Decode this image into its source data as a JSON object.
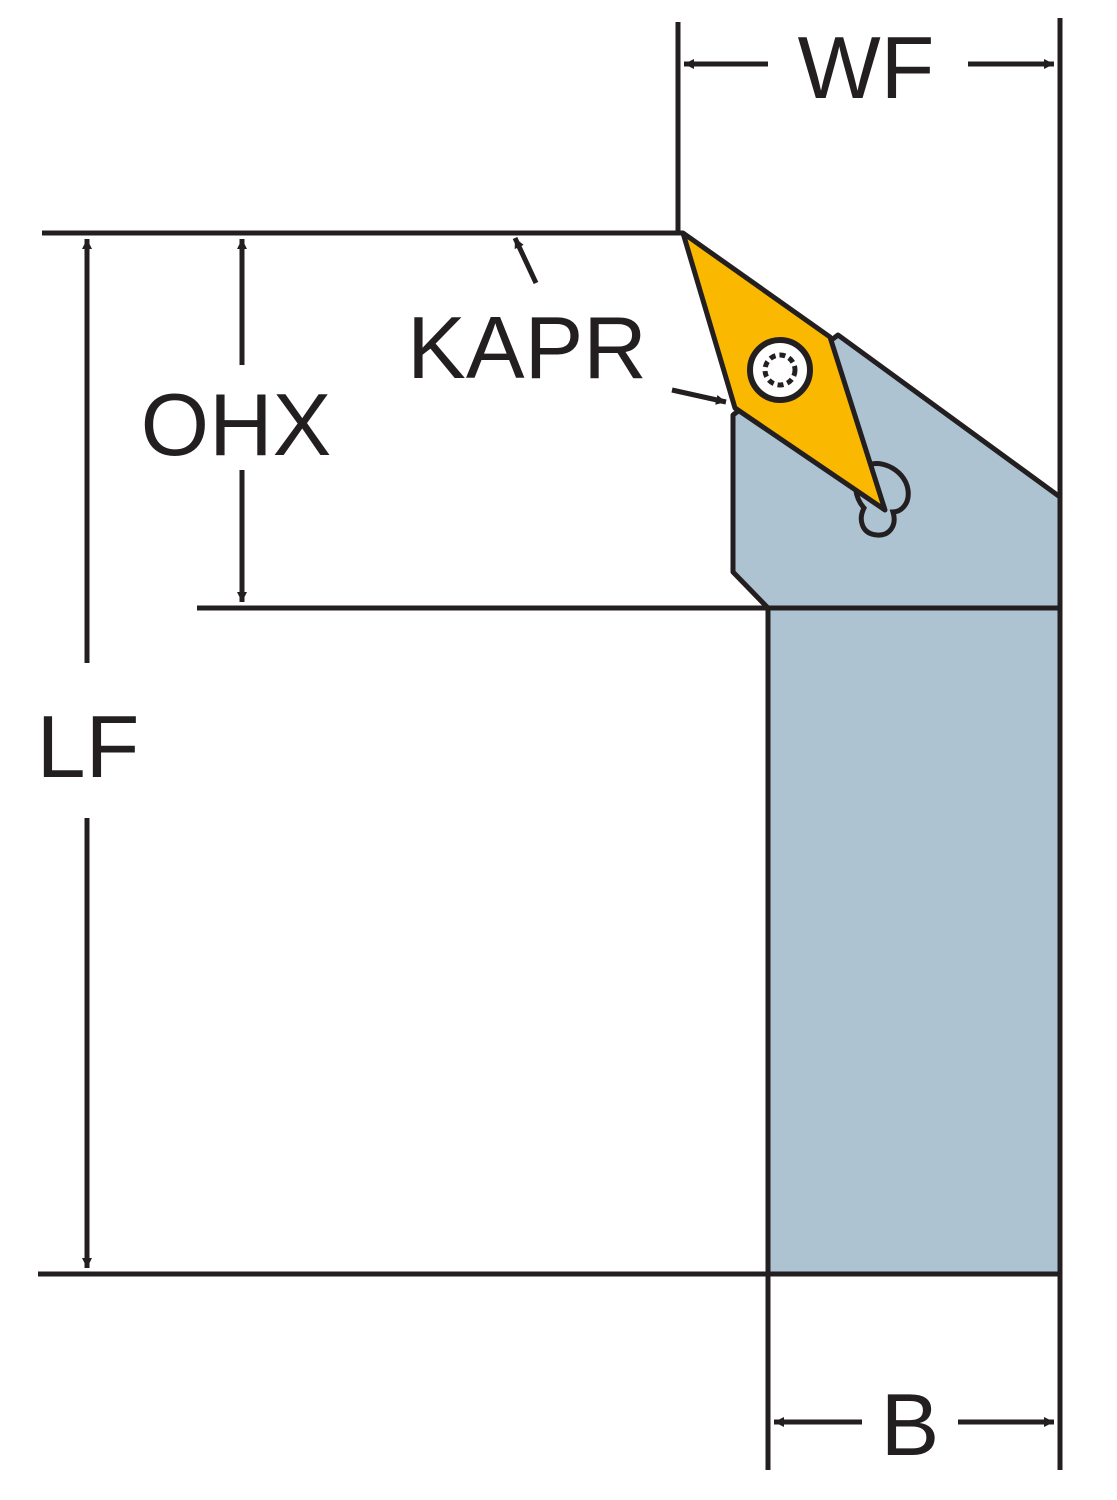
{
  "labels": {
    "wf": "WF",
    "kapr": "KAPR",
    "ohx": "OHX",
    "lf": "LF",
    "b": "B"
  },
  "colors": {
    "line": "#231f20",
    "holder": "#aec3d1",
    "insert": "#fbb800",
    "background": "#ffffff"
  }
}
